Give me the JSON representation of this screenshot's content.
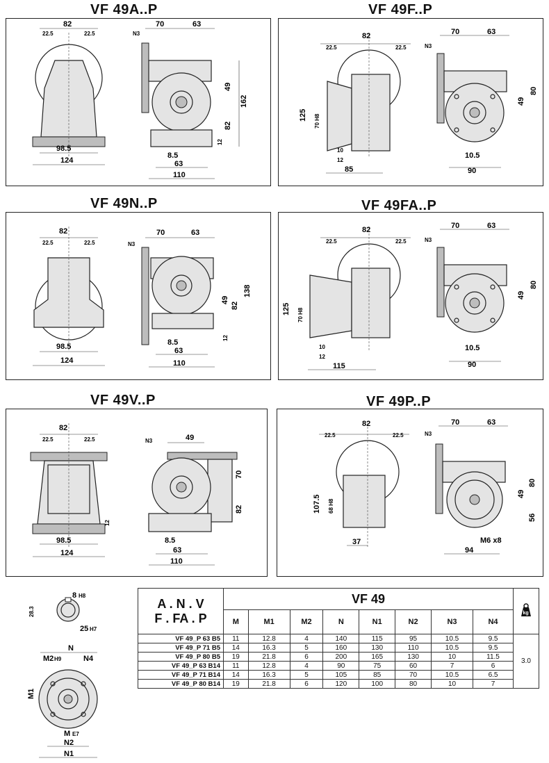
{
  "panels": [
    {
      "id": "vf49a",
      "title": "VF 49A..P",
      "dims": {
        "d82": "82",
        "d22a": "22.5",
        "d22b": "22.5",
        "d98": "98.5",
        "d124": "124",
        "n3": "N3",
        "d70": "70",
        "d63": "63",
        "d49": "49",
        "d162": "162",
        "d82b": "82",
        "d12": "12",
        "d85": "8.5",
        "d63b": "63",
        "d110": "110"
      }
    },
    {
      "id": "vf49f",
      "title": "VF 49F..P",
      "dims": {
        "d22a": "22.5",
        "d82": "82",
        "d22b": "22.5",
        "n3": "N3",
        "d70": "70",
        "d63": "63",
        "d125": "125",
        "d70h8": "70 H8",
        "d10": "10",
        "d12": "12",
        "d85": "85",
        "d49": "49",
        "d80": "80",
        "d105": "10.5",
        "d90": "90"
      }
    },
    {
      "id": "vf49n",
      "title": "VF 49N..P",
      "dims": {
        "d82": "82",
        "d22a": "22.5",
        "d22b": "22.5",
        "d98": "98.5",
        "d124": "124",
        "n3": "N3",
        "d70": "70",
        "d63": "63",
        "d49": "49",
        "d82b": "82",
        "d138": "138",
        "d12": "12",
        "d85": "8.5",
        "d63b": "63",
        "d110": "110"
      }
    },
    {
      "id": "vf49fa",
      "title": "VF 49FA..P",
      "dims": {
        "d22a": "22.5",
        "d82": "82",
        "d22b": "22.5",
        "n3": "N3",
        "d70": "70",
        "d63": "63",
        "d125": "125",
        "d70h8": "70 H8",
        "d10": "10",
        "d12": "12",
        "d115": "115",
        "d49": "49",
        "d80": "80",
        "d105": "10.5",
        "d90": "90"
      }
    },
    {
      "id": "vf49v",
      "title": "VF 49V..P",
      "dims": {
        "d82": "82",
        "d22a": "22.5",
        "d22b": "22.5",
        "d98": "98.5",
        "d124": "124",
        "d12": "12",
        "n3": "N3",
        "d49": "49",
        "d70": "70",
        "d82b": "82",
        "d85": "8.5",
        "d63": "63",
        "d110": "110"
      }
    },
    {
      "id": "vf49p",
      "title": "VF 49P..P",
      "dims": {
        "d22a": "22.5",
        "d82": "82",
        "d22b": "22.5",
        "n3": "N3",
        "d70": "70",
        "d63": "63",
        "d1075": "107.5",
        "d68h8": "68 H8",
        "d37": "37",
        "d49": "49",
        "d80": "80",
        "d56": "56",
        "m6": "M6 x8",
        "d94": "94"
      }
    }
  ],
  "shaft": {
    "d8": "8",
    "h8": "H8",
    "d283": "28.3",
    "d25": "25",
    "h7": "H7"
  },
  "flange": {
    "n": "N",
    "m2": "M2",
    "h9": "H9",
    "n4": "N4",
    "m1": "M1",
    "m": "M",
    "e7": "E7",
    "n2": "N2",
    "n1": "N1"
  },
  "table": {
    "title_line1": "A . N . V",
    "title_line2": "F . FA . P",
    "model": "VF 49",
    "columns": [
      "M",
      "M1",
      "M2",
      "N",
      "N1",
      "N2",
      "N3",
      "N4"
    ],
    "weight_icon": "kg-weight-icon",
    "weight_label": "kg",
    "weight": "3.0",
    "rows": [
      {
        "label": "VF 49_P 63 B5",
        "M": "11",
        "M1": "12.8",
        "M2": "4",
        "N": "140",
        "N1": "115",
        "N2": "95",
        "N3": "10.5",
        "N4": "9.5"
      },
      {
        "label": "VF 49_P 71 B5",
        "M": "14",
        "M1": "16.3",
        "M2": "5",
        "N": "160",
        "N1": "130",
        "N2": "110",
        "N3": "10.5",
        "N4": "9.5"
      },
      {
        "label": "VF 49_P 80 B5",
        "M": "19",
        "M1": "21.8",
        "M2": "6",
        "N": "200",
        "N1": "165",
        "N2": "130",
        "N3": "10",
        "N4": "11.5"
      },
      {
        "label": "VF 49_P 63 B14",
        "M": "11",
        "M1": "12.8",
        "M2": "4",
        "N": "90",
        "N1": "75",
        "N2": "60",
        "N3": "7",
        "N4": "6"
      },
      {
        "label": "VF 49_P 71 B14",
        "M": "14",
        "M1": "16.3",
        "M2": "5",
        "N": "105",
        "N1": "85",
        "N2": "70",
        "N3": "10.5",
        "N4": "6.5"
      },
      {
        "label": "VF 49_P 80 B14",
        "M": "19",
        "M1": "21.8",
        "M2": "6",
        "N": "120",
        "N1": "100",
        "N2": "80",
        "N3": "10",
        "N4": "7"
      }
    ]
  }
}
